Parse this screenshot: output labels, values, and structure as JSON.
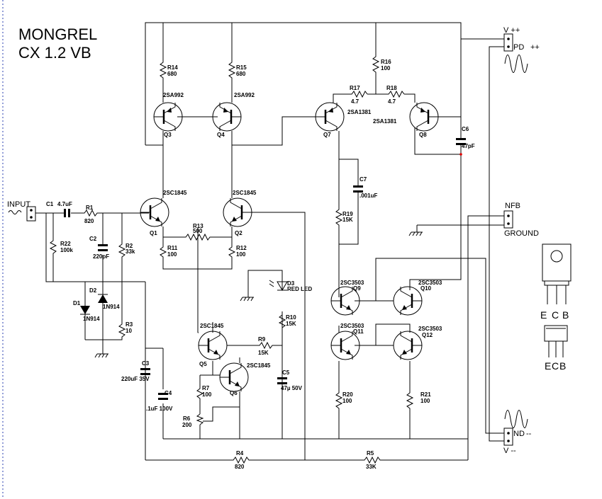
{
  "title": {
    "line1": "MONGREL",
    "line2": "CX 1.2 VB"
  },
  "connectors": {
    "input": "INPUT",
    "vpp": "V ++",
    "pd": "PD",
    "pd_pp": "++",
    "nfb": "NFB",
    "ground": "GROUND",
    "nd": "ND",
    "nd_mm": "--",
    "vmm": "V --"
  },
  "pinout": {
    "top": [
      "E",
      "C",
      "B"
    ],
    "bottom": [
      "E",
      "C",
      "B"
    ]
  },
  "transistors": [
    {
      "ref": "Q1",
      "part": "2SC1845"
    },
    {
      "ref": "Q2",
      "part": "2SC1845"
    },
    {
      "ref": "Q3",
      "part": "2SA992"
    },
    {
      "ref": "Q4",
      "part": "2SA992"
    },
    {
      "ref": "Q5",
      "part": "2SC1845"
    },
    {
      "ref": "Q6",
      "part": "2SC1845"
    },
    {
      "ref": "Q7",
      "part": "2SA1381"
    },
    {
      "ref": "Q8",
      "part": "2SA1381"
    },
    {
      "ref": "Q9",
      "part": "2SC3503"
    },
    {
      "ref": "Q10",
      "part": "2SC3503"
    },
    {
      "ref": "Q11",
      "part": "2SC3503"
    },
    {
      "ref": "Q12",
      "part": "2SC3503"
    }
  ],
  "resistors": [
    {
      "ref": "R1",
      "value": "820"
    },
    {
      "ref": "R2",
      "value": "33k"
    },
    {
      "ref": "R3",
      "value": "10"
    },
    {
      "ref": "R4",
      "value": "820"
    },
    {
      "ref": "R5",
      "value": "33K"
    },
    {
      "ref": "R6",
      "value": "200"
    },
    {
      "ref": "R7",
      "value": "100"
    },
    {
      "ref": "R9",
      "value": "15K"
    },
    {
      "ref": "R10",
      "value": "15K"
    },
    {
      "ref": "R11",
      "value": "100"
    },
    {
      "ref": "R12",
      "value": "100"
    },
    {
      "ref": "R13",
      "value": "500"
    },
    {
      "ref": "R14",
      "value": "680"
    },
    {
      "ref": "R15",
      "value": "680"
    },
    {
      "ref": "R16",
      "value": "100"
    },
    {
      "ref": "R17",
      "value": "4.7"
    },
    {
      "ref": "R18",
      "value": "4.7"
    },
    {
      "ref": "R19",
      "value": "15K"
    },
    {
      "ref": "R20",
      "value": "100"
    },
    {
      "ref": "R21",
      "value": "100"
    },
    {
      "ref": "R22",
      "value": "100k"
    }
  ],
  "capacitors": [
    {
      "ref": "C1",
      "value": "4.7uF"
    },
    {
      "ref": "C2",
      "value": "220pF"
    },
    {
      "ref": "C3",
      "value": "220uF 35V"
    },
    {
      "ref": "C4",
      "value": ".1uF 100V"
    },
    {
      "ref": "C5",
      "value": "47µ 50V"
    },
    {
      "ref": "C6",
      "value": "47pF"
    },
    {
      "ref": "C7",
      "value": ".001uF"
    }
  ],
  "diodes": [
    {
      "ref": "D1",
      "value": "1N914"
    },
    {
      "ref": "D2",
      "value": "1N914"
    },
    {
      "ref": "D3",
      "value": "RED LED"
    }
  ]
}
